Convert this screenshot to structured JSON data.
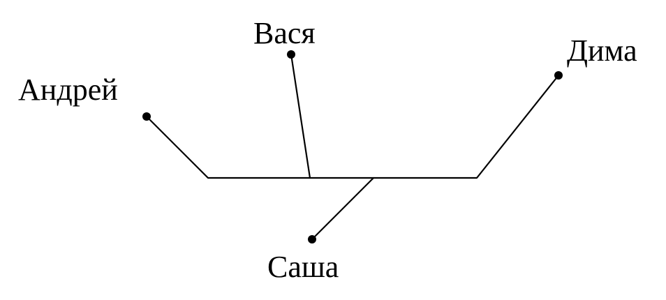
{
  "diagram": {
    "line_color": "#000000",
    "background": "#ffffff",
    "nodes": {
      "andrey": {
        "label": "Андрей"
      },
      "vasya": {
        "label": "Вася"
      },
      "dima": {
        "label": "Дима"
      },
      "sasha": {
        "label": "Саша"
      }
    }
  }
}
